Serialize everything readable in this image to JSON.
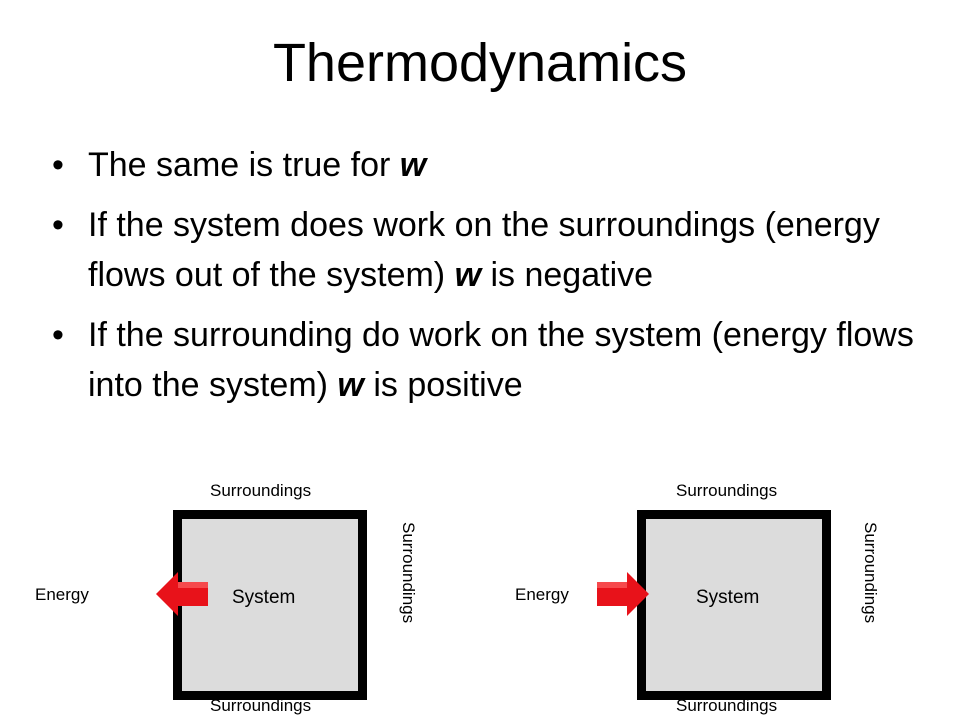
{
  "slide": {
    "title": "Thermodynamics",
    "bullets": [
      {
        "pre": "The same is true for ",
        "var": "w",
        "post": ""
      },
      {
        "pre": "If the system does work on the surroundings (energy flows out of the system) ",
        "var": "w",
        "post": " is negative"
      },
      {
        "pre": "If the surrounding do work on the system (energy flows into the system) ",
        "var": "w",
        "post": " is positive"
      }
    ]
  },
  "diagrams": [
    {
      "top_label": "Surroundings",
      "bottom_label": "Surroundings",
      "right_label": "Surroundings",
      "system_label": "System",
      "energy_label": "Energy",
      "arrow_direction": "out"
    },
    {
      "top_label": "Surroundings",
      "bottom_label": "Surroundings",
      "right_label": "Surroundings",
      "system_label": "System",
      "energy_label": "Energy",
      "arrow_direction": "in"
    }
  ],
  "colors": {
    "arrow": "#e8121a",
    "box_fill": "#dcdcdc",
    "box_border": "#000000"
  }
}
